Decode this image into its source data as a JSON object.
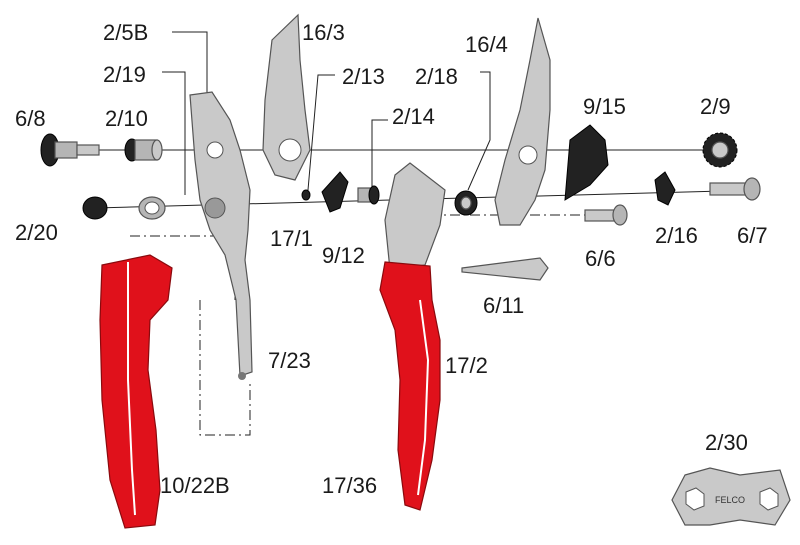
{
  "diagram": {
    "title": "Pruning shears exploded parts view",
    "labels": {
      "p2_5B": "2/5B",
      "p16_3": "16/3",
      "p2_19": "2/19",
      "p2_13": "2/13",
      "p2_18": "2/18",
      "p16_4": "16/4",
      "p9_15": "9/15",
      "p2_9": "2/9",
      "p6_8": "6/8",
      "p2_10": "2/10",
      "p2_14": "2/14",
      "p2_20": "2/20",
      "p17_1": "17/1",
      "p9_12": "9/12",
      "p2_16": "2/16",
      "p6_7": "6/7",
      "p6_6": "6/6",
      "p6_11": "6/11",
      "p7_23": "7/23",
      "p17_2": "17/2",
      "p10_22B": "10/22B",
      "p17_36": "17/36",
      "p2_30": "2/30"
    },
    "logo_text": "FELCO",
    "colors": {
      "handle": "#e0111b",
      "metal": "#c9c9c9",
      "dark_part": "#222222"
    }
  }
}
